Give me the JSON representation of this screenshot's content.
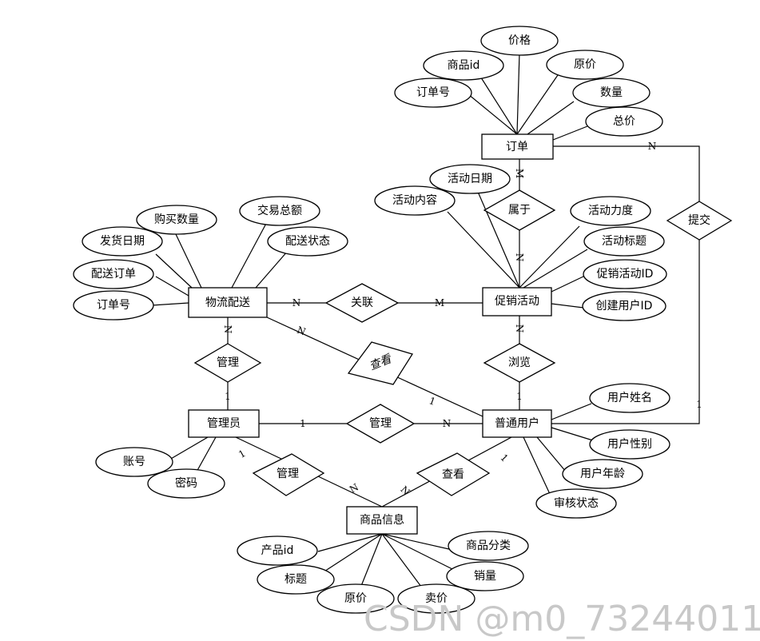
{
  "entities": {
    "order": "订单",
    "promotion": "促销活动",
    "logistics": "物流配送",
    "admin": "管理员",
    "user": "普通用户",
    "product": "商品信息"
  },
  "relationships": {
    "belongs": "属于",
    "submit": "提交",
    "associate": "关联",
    "admin_manage_logistics": "管理",
    "view_logistics": "查看",
    "browse": "浏览",
    "admin_manage_user": "管理",
    "admin_manage_product": "管理",
    "user_view_product": "查看"
  },
  "attributes": {
    "order": [
      "价格",
      "商品id",
      "原价",
      "订单号",
      "数量",
      "总价"
    ],
    "promotion": [
      "活动日期",
      "活动内容",
      "活动力度",
      "活动标题",
      "促销活动ID",
      "创建用户ID"
    ],
    "logistics": [
      "购买数量",
      "交易总额",
      "发货日期",
      "配送状态",
      "配送订单",
      "订单号"
    ],
    "admin": [
      "账号",
      "密码"
    ],
    "user": [
      "用户姓名",
      "用户性别",
      "用户年龄",
      "审核状态"
    ],
    "product": [
      "产品id",
      "商品分类",
      "标题",
      "销量",
      "原价",
      "卖价"
    ]
  },
  "cardinalities": {
    "order_belongs": "M",
    "promotion_belongs": "N",
    "order_submit": "N",
    "user_submit": "1",
    "logistics_associate": "N",
    "promotion_associate": "M",
    "logistics_manage": "N",
    "admin_manage_logistics": "1",
    "logistics_view": "N",
    "user_view_logistics": "1",
    "promotion_browse": "N",
    "user_browse": "1",
    "admin_manage_user_admin": "1",
    "admin_manage_user_user": "N",
    "admin_manage_product_admin": "1",
    "admin_manage_product_product": "N",
    "product_view": "N",
    "user_view_product": "1"
  },
  "watermark": "CSDN @m0_73244011"
}
